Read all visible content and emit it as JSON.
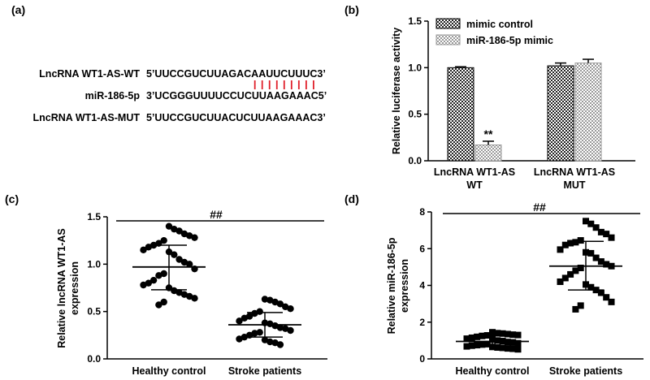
{
  "panel_labels": [
    "(a)",
    "(b)",
    "(c)",
    "(d)"
  ],
  "sequences": {
    "rows": [
      {
        "name": "LncRNA WT1-AS-WT",
        "seq": "5’UUCCGUCUUAGACAAUUCUUUC3’"
      },
      {
        "name": "miR-186-5p",
        "seq": "3’UCGGGUUUUCCUCUUAAGAAAC5’"
      },
      {
        "name": "LncRNA WT1-AS-MUT",
        "seq": "5’UUCCGUCUUACUCUUAAGAAAC3’"
      }
    ],
    "pair_marker_color": "#e0202a",
    "pair_count": 9
  },
  "chart_data": [
    {
      "panel": "(b)",
      "type": "bar",
      "categories": [
        "LncRNA  WT1-AS WT",
        "LncRNA  WT1-AS MUT"
      ],
      "category_lines": [
        [
          "LncRNA  WT1-AS",
          "WT"
        ],
        [
          "LncRNA  WT1-AS",
          "MUT"
        ]
      ],
      "series": [
        {
          "name": "mimic control",
          "values": [
            1.0,
            1.02
          ],
          "errors": [
            0.01,
            0.03
          ],
          "pattern": "dark-check"
        },
        {
          "name": "miR-186-5p mimic",
          "values": [
            0.17,
            1.05
          ],
          "errors": [
            0.04,
            0.04
          ],
          "pattern": "light-check"
        }
      ],
      "annotations": [
        {
          "text": "**",
          "category": 0,
          "series": 1
        }
      ],
      "ylabel": "Relative luciferase activity",
      "ylim": [
        0,
        1.5
      ],
      "yticks": [
        0.0,
        0.5,
        1.0,
        1.5
      ],
      "ytick_labels": [
        "0.0",
        "0.5",
        "1.0",
        "1.5"
      ],
      "legend_position": "top-right"
    },
    {
      "panel": "(c)",
      "type": "scatter",
      "categories": [
        "Healthy control",
        "Stroke patients"
      ],
      "ylabel_lines": [
        "Relative lncRNA WT1-AS",
        "expression"
      ],
      "ylim": [
        0,
        1.5
      ],
      "yticks": [
        0.0,
        0.5,
        1.0,
        1.5
      ],
      "ytick_labels": [
        "0.0",
        "0.5",
        "1.0",
        "1.5"
      ],
      "marker": "circle",
      "significance": "##",
      "groups": [
        {
          "name": "Healthy control",
          "mean": 0.97,
          "sd_low": 0.73,
          "sd_high": 1.2,
          "points": [
            1.4,
            1.37,
            1.35,
            1.32,
            1.3,
            1.28,
            1.25,
            1.22,
            1.2,
            1.18,
            1.15,
            1.13,
            1.1,
            1.05,
            1.02,
            1.0,
            0.95,
            0.9,
            0.88,
            0.83,
            0.8,
            0.78,
            0.75,
            0.72,
            0.7,
            0.68,
            0.66,
            0.64,
            0.6,
            0.57
          ]
        },
        {
          "name": "Stroke patients",
          "mean": 0.36,
          "sd_low": 0.23,
          "sd_high": 0.49,
          "points": [
            0.63,
            0.62,
            0.6,
            0.58,
            0.55,
            0.53,
            0.5,
            0.48,
            0.45,
            0.43,
            0.4,
            0.38,
            0.37,
            0.35,
            0.33,
            0.32,
            0.3,
            0.28,
            0.27,
            0.25,
            0.23,
            0.21,
            0.2,
            0.18,
            0.17,
            0.15
          ]
        }
      ]
    },
    {
      "panel": "(d)",
      "type": "scatter",
      "categories": [
        "Healthy control",
        "Stroke patients"
      ],
      "ylabel_lines": [
        "Relative miR-186-5p",
        "expression"
      ],
      "ylim": [
        0,
        8
      ],
      "yticks": [
        0,
        2,
        4,
        6,
        8
      ],
      "ytick_labels": [
        "0",
        "2",
        "4",
        "6",
        "8"
      ],
      "marker": "square",
      "significance": "##",
      "groups": [
        {
          "name": "Healthy control",
          "mean": 0.95,
          "sd_low": 0.7,
          "sd_high": 1.25,
          "points": [
            1.45,
            1.4,
            1.38,
            1.35,
            1.32,
            1.3,
            1.28,
            1.25,
            1.2,
            1.15,
            1.1,
            1.05,
            1.0,
            0.97,
            0.92,
            0.9,
            0.85,
            0.8,
            0.78,
            0.75,
            0.72,
            0.68,
            0.65,
            0.62,
            0.6,
            0.57,
            0.55,
            0.52
          ]
        },
        {
          "name": "Stroke patients",
          "mean": 5.05,
          "sd_low": 3.75,
          "sd_high": 6.4,
          "points": [
            7.5,
            7.35,
            7.15,
            6.9,
            6.8,
            6.6,
            6.45,
            6.35,
            6.3,
            6.2,
            5.95,
            5.8,
            5.75,
            5.5,
            5.3,
            5.15,
            5.05,
            4.95,
            4.8,
            4.6,
            4.4,
            4.2,
            4.05,
            3.9,
            3.75,
            3.6,
            3.35,
            3.1,
            2.9,
            2.7
          ]
        }
      ]
    }
  ]
}
